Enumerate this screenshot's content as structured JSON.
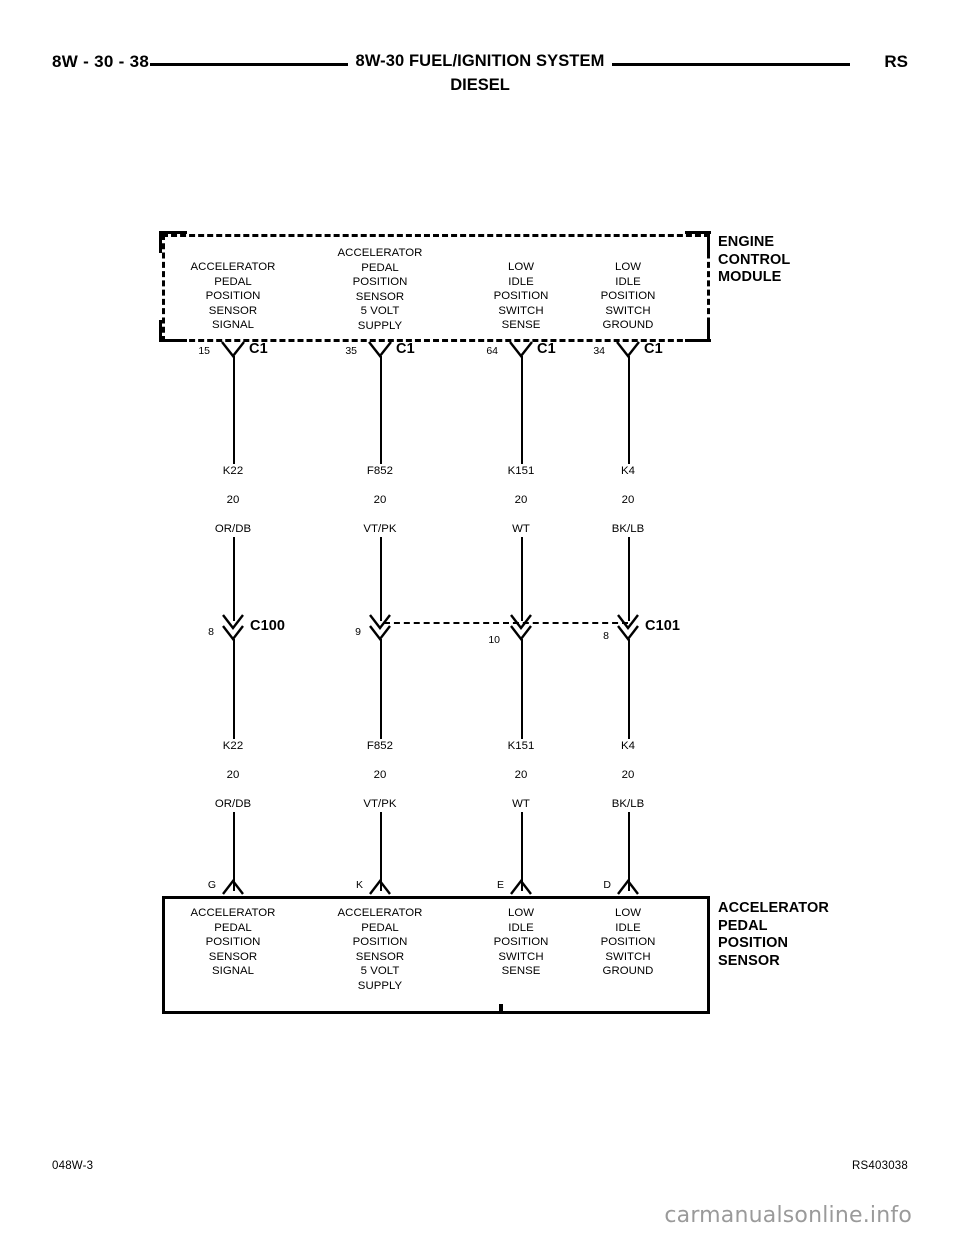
{
  "header": {
    "page_number": "8W - 30 - 38",
    "title": "8W-30 FUEL/IGNITION SYSTEM",
    "subtitle": "DIESEL",
    "model_code": "RS"
  },
  "footer": {
    "drawing_number": "048W-3",
    "figure_number": "RS403038",
    "watermark": "carmanualsonline.info"
  },
  "ecm": {
    "label": "ENGINE\nCONTROL\nMODULE",
    "pins": [
      {
        "description": "ACCELERATOR\nPEDAL\nPOSITION\nSENSOR\nSIGNAL",
        "pin_number": "15",
        "connector": "C1"
      },
      {
        "description": "ACCELERATOR\nPEDAL\nPOSITION\nSENSOR\n5 VOLT\nSUPPLY",
        "pin_number": "35",
        "connector": "C1"
      },
      {
        "description": "LOW\nIDLE\nPOSITION\nSWITCH\nSENSE",
        "pin_number": "64",
        "connector": "C1"
      },
      {
        "description": "LOW\nIDLE\nPOSITION\nSWITCH\nGROUND",
        "pin_number": "34",
        "connector": "C1"
      }
    ]
  },
  "sensor": {
    "label": "ACCELERATOR\nPEDAL\nPOSITION\nSENSOR",
    "pins": [
      {
        "description": "ACCELERATOR\nPEDAL\nPOSITION\nSENSOR\nSIGNAL",
        "pin_letter": "G"
      },
      {
        "description": "ACCELERATOR\nPEDAL\nPOSITION\nSENSOR\n5 VOLT\nSUPPLY",
        "pin_letter": "K"
      },
      {
        "description": "LOW\nIDLE\nPOSITION\nSWITCH\nSENSE",
        "pin_letter": "E"
      },
      {
        "description": "LOW\nIDLE\nPOSITION\nSWITCH\nGROUND",
        "pin_letter": "D"
      }
    ]
  },
  "wires_upper": [
    {
      "circuit": "K22",
      "gauge": "20",
      "color": "OR/DB"
    },
    {
      "circuit": "F852",
      "gauge": "20",
      "color": "VT/PK"
    },
    {
      "circuit": "K151",
      "gauge": "20",
      "color": "WT"
    },
    {
      "circuit": "K4",
      "gauge": "20",
      "color": "BK/LB"
    }
  ],
  "wires_lower": [
    {
      "circuit": "K22",
      "gauge": "20",
      "color": "OR/DB"
    },
    {
      "circuit": "F852",
      "gauge": "20",
      "color": "VT/PK"
    },
    {
      "circuit": "K151",
      "gauge": "20",
      "color": "WT"
    },
    {
      "circuit": "K4",
      "gauge": "20",
      "color": "BK/LB"
    }
  ],
  "inline_connectors": [
    {
      "pin_number": "8",
      "name": "C100"
    },
    {
      "pin_number": "9",
      "name": ""
    },
    {
      "pin_number": "10",
      "name": ""
    },
    {
      "pin_number": "8",
      "name": "C101"
    }
  ]
}
